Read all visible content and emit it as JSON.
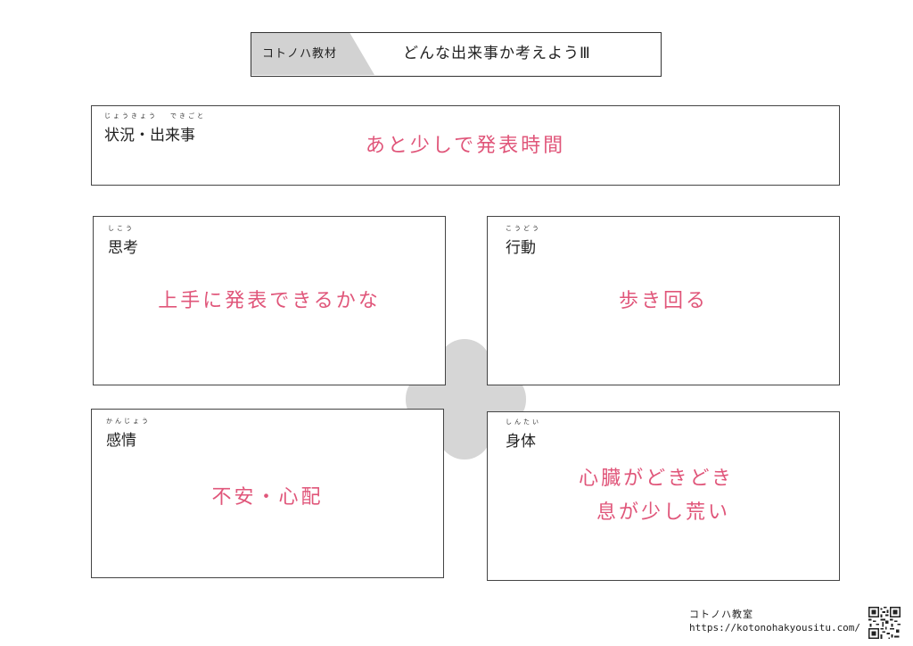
{
  "header": {
    "tag": "コトノハ教材",
    "title": "どんな出来事か考えようⅢ"
  },
  "situation": {
    "label": "状況・出来事",
    "ruby_a": "じょうきょう",
    "ruby_b": "できごと",
    "content": "あと少しで発表時間"
  },
  "thought": {
    "label": "思考",
    "ruby": "しこう",
    "content": "上手に発表できるかな"
  },
  "action": {
    "label": "行動",
    "ruby": "こうどう",
    "content": "歩き回る"
  },
  "emotion": {
    "label": "感情",
    "ruby": "かんじょう",
    "content": "不安・心配"
  },
  "body": {
    "label": "身体",
    "ruby": "しんたい",
    "content_line1": "心臓がどきどき",
    "content_line2": "息が少し荒い"
  },
  "footer": {
    "name": "コトノハ教室",
    "url": "https://kotonohakyousitu.com/"
  },
  "colors": {
    "accent": "#e0567a",
    "cross": "#d6d6d6",
    "tag_bg": "#d2d2d2"
  }
}
